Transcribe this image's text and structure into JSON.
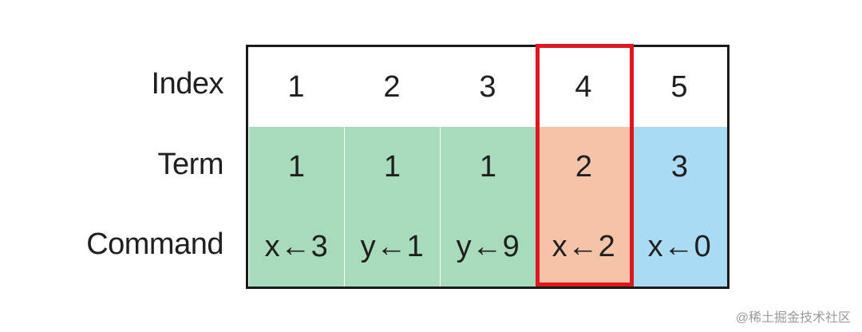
{
  "row_labels": {
    "index": "Index",
    "term": "Term",
    "command": "Command"
  },
  "entries": [
    {
      "index": "1",
      "term": "1",
      "command": "x←3",
      "color": "#a8dbbc"
    },
    {
      "index": "2",
      "term": "1",
      "command": "y←1",
      "color": "#a8dbbc"
    },
    {
      "index": "3",
      "term": "1",
      "command": "y←9",
      "color": "#a8dbbc"
    },
    {
      "index": "4",
      "term": "2",
      "command": "x←2",
      "color": "#f5c3a8"
    },
    {
      "index": "5",
      "term": "3",
      "command": "x←0",
      "color": "#a9dbf2"
    }
  ],
  "highlight": {
    "entry_index": "4",
    "color": "#e0161f"
  },
  "watermark": "@稀土掘金技术社区"
}
